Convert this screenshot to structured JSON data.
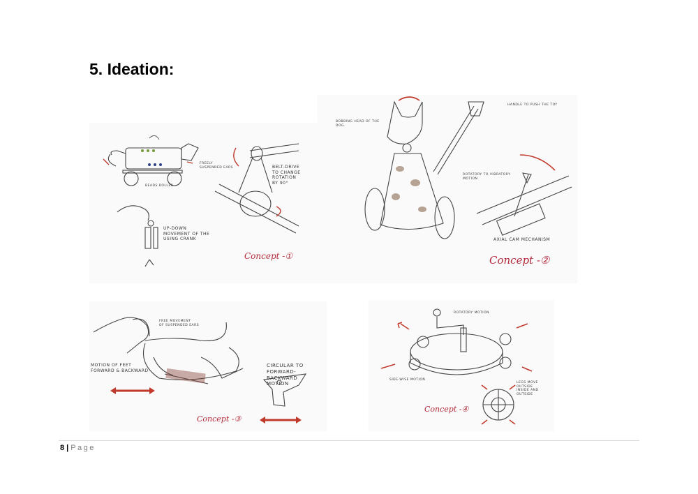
{
  "document": {
    "heading": "5. Ideation:"
  },
  "sketches": {
    "concept1": {
      "label": "Concept -①",
      "notes": {
        "ears": "Freely suspended ears",
        "beads": "Beads roller",
        "belt": [
          "Belt-drive",
          "to change rotation",
          "by 90°"
        ],
        "updown": [
          "Up-down",
          "movement of the",
          "using crank"
        ]
      }
    },
    "concept2": {
      "label": "Concept -②",
      "notes": {
        "head": [
          "Bobbing head of the",
          "dog."
        ],
        "handle": "Handle to push the toy",
        "rotatory": [
          "Rotatory to vibratory",
          "motion"
        ],
        "cam": "Axial cam mechanism"
      }
    },
    "concept3": {
      "label": "Concept -③",
      "notes": {
        "ears": [
          "Free movement",
          "of suspended ears"
        ],
        "feet": [
          "Motion of feet",
          "forward & backward"
        ],
        "circular": [
          "Circular to",
          "forward-backward",
          "motion"
        ]
      }
    },
    "concept4": {
      "label": "Concept -④",
      "notes": {
        "rotatory": "Rotatory motion",
        "side": "Side-wise motion",
        "legs": [
          "Legs move outside",
          "inside and outside"
        ]
      }
    }
  },
  "footer": {
    "page_number": "8",
    "separator": "|",
    "page_word": "Page"
  }
}
